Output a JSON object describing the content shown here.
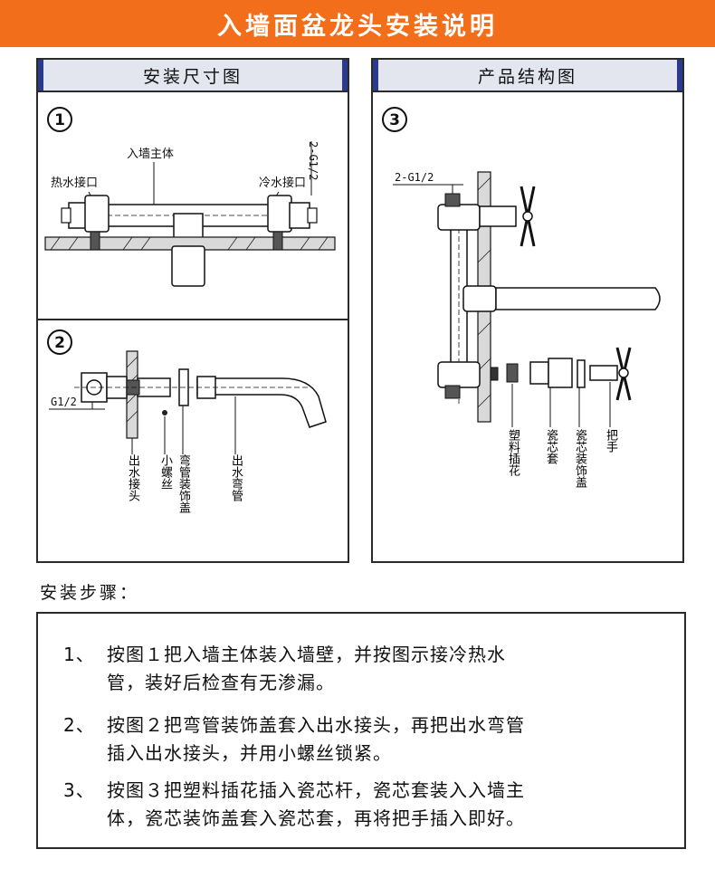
{
  "banner": {
    "title": "入墙面盆龙头安装说明"
  },
  "colors": {
    "banner": "#f36e1b",
    "panel_head": "#e3e5ef",
    "accent": "#2b3a8c"
  },
  "left_panel": {
    "title": "安装尺寸图"
  },
  "right_panel": {
    "title": "产品结构图"
  },
  "fig1": {
    "number": "1",
    "label_body": "入墙主体",
    "label_hot": "热水接口",
    "label_cold": "冷水接口",
    "label_thread": "2-G1/2"
  },
  "fig2": {
    "number": "2",
    "label_thread": "G1/2",
    "parts": [
      "出水接头",
      "小螺丝",
      "弯管装饰盖",
      "出水弯管"
    ]
  },
  "fig3": {
    "number": "3",
    "label_thread": "2-G1/2",
    "parts": [
      "塑料插花",
      "瓷芯套",
      "瓷芯装饰盖",
      "把手"
    ]
  },
  "steps": {
    "title": "安装步骤：",
    "items": [
      {
        "num": "1、",
        "line1": "按图１把入墙主体装入墙壁，并按图示接冷热水",
        "line2": "管，装好后检查有无渗漏。"
      },
      {
        "num": "2、",
        "line1": "按图２把弯管装饰盖套入出水接头，再把出水弯管",
        "line2": "插入出水接头，并用小螺丝锁紧。"
      },
      {
        "num": "3、",
        "line1": "按图３把塑料插花插入瓷芯杆，瓷芯套装入入墙主",
        "line2": "体，瓷芯装饰盖套入瓷芯套，再将把手插入即好。"
      }
    ]
  }
}
